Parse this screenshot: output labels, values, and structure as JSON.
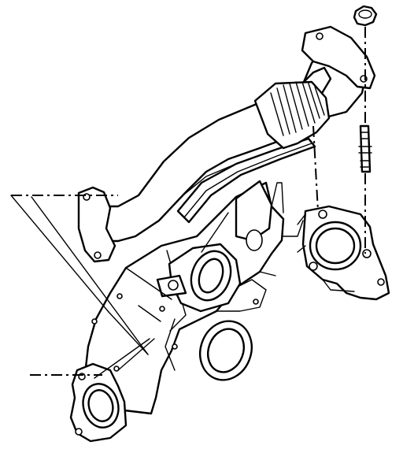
{
  "figure": {
    "parts": [
      {
        "id": "exhaust-pipe",
        "icon": "exhaust-pipe-icon"
      },
      {
        "id": "flex-joint",
        "icon": "flex-joint-icon"
      },
      {
        "id": "pipe-flange-left",
        "icon": "flange-icon"
      },
      {
        "id": "pipe-flange-right",
        "icon": "flange-icon"
      },
      {
        "id": "nut",
        "icon": "nut-icon"
      },
      {
        "id": "stud",
        "icon": "stud-icon"
      },
      {
        "id": "gasket",
        "icon": "gasket-icon"
      },
      {
        "id": "catalytic-inlet-flange",
        "icon": "flange-icon"
      },
      {
        "id": "manifold-outlet",
        "icon": "manifold-icon"
      },
      {
        "id": "heat-shield",
        "icon": "heat-shield-icon"
      },
      {
        "id": "left-outlet-flange",
        "icon": "flange-icon"
      }
    ],
    "colors": {
      "line": "#000000",
      "background": "#ffffff"
    }
  }
}
